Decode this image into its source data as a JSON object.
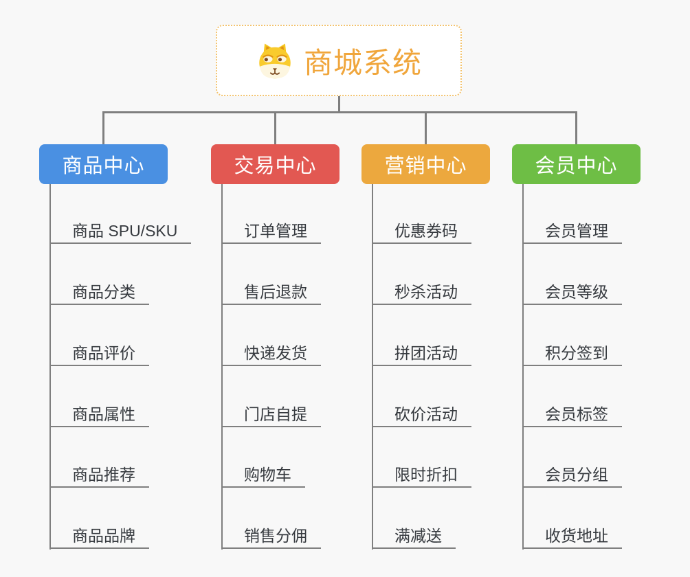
{
  "background_color": "#F8F8F8",
  "connector_color": "#7F7F7F",
  "root": {
    "title": "商城系统",
    "icon": "dog-face-icon",
    "title_color": "#F0A63C",
    "border_color": "#F3C36E",
    "background": "#FFFFFF"
  },
  "branches": [
    {
      "label": "商品中心",
      "color": "#4A90E2",
      "items": [
        "商品 SPU/SKU",
        "商品分类",
        "商品评价",
        "商品属性",
        "商品推荐",
        "商品品牌"
      ]
    },
    {
      "label": "交易中心",
      "color": "#E25852",
      "items": [
        "订单管理",
        "售后退款",
        "快递发货",
        "门店自提",
        "购物车",
        "销售分佣"
      ]
    },
    {
      "label": "营销中心",
      "color": "#ECA83E",
      "items": [
        "优惠券码",
        "秒杀活动",
        "拼团活动",
        "砍价活动",
        "限时折扣",
        "满减送"
      ]
    },
    {
      "label": "会员中心",
      "color": "#6EBE45",
      "items": [
        "会员管理",
        "会员等级",
        "积分签到",
        "会员标签",
        "会员分组",
        "收货地址"
      ]
    }
  ]
}
